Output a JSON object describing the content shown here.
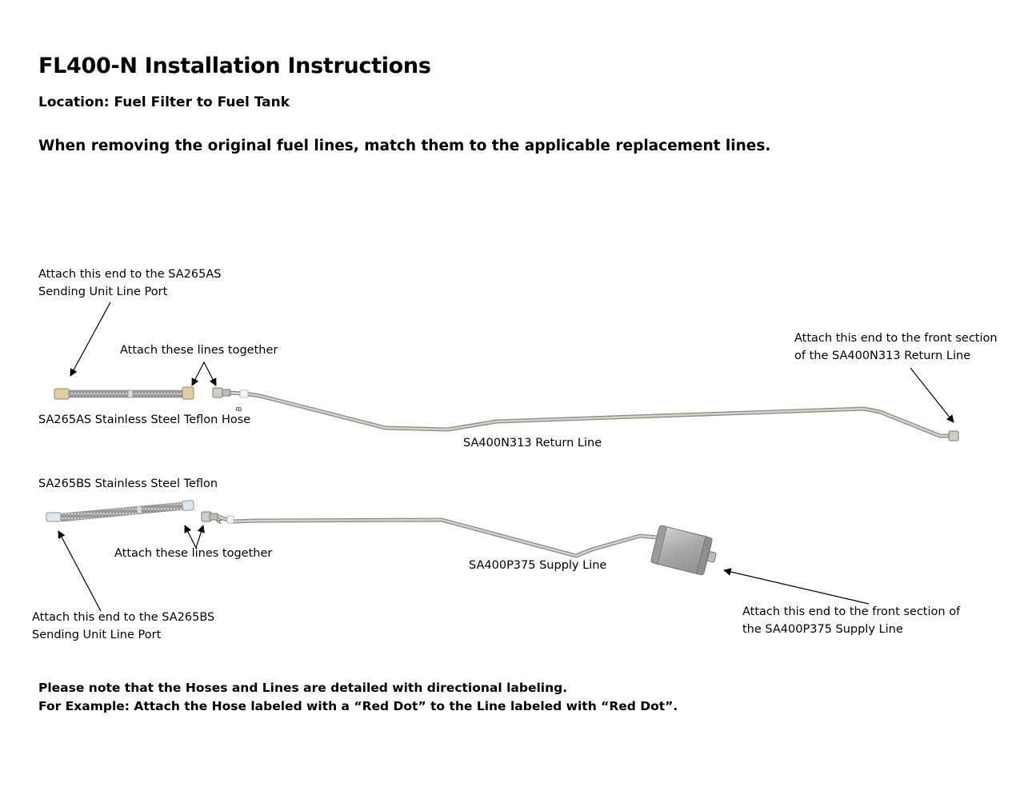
{
  "page": {
    "title": "FL400-N Installation Instructions",
    "location": "Location: Fuel Filter to Fuel Tank",
    "instruction": "When removing the original fuel lines, match them to the applicable replacement lines.",
    "note_line1": "Please note that the Hoses and Lines are detailed with directional labeling.",
    "note_line2": "For Example: Attach the Hose labeled with a “Red Dot” to the Line labeled with “Red Dot”."
  },
  "labels": {
    "attach_sa265as_l1": "Attach this end to the SA265AS",
    "attach_sa265as_l2": "Sending Unit Line Port",
    "attach_together_1": "Attach these lines together",
    "hose_a": "SA265AS Stainless Steel Teflon Hose",
    "return_line": "SA400N313 Return Line",
    "attach_return_l1": "Attach this end to the front section",
    "attach_return_l2": "of the SA400N313 Return Line",
    "hose_b": "SA265BS Stainless Steel Teflon",
    "attach_together_2": "Attach these lines together",
    "supply_line": "SA400P375 Supply Line",
    "attach_sa265bs_l1": "Attach this end to the SA265BS",
    "attach_sa265bs_l2": "Sending Unit Line Port",
    "attach_supply_l1": "Attach this end to the front section of",
    "attach_supply_l2": "the SA400P375 Supply Line"
  },
  "part_marks": {
    "return_line_mark": "B",
    "supply_line_mark": "A"
  },
  "colors": {
    "line_steel": "#b8b8b0",
    "line_shadow": "#8c8c86",
    "braid": "#a6a6a6",
    "fitting_brass": "#d9c9a0",
    "filter_body": "#b2b2b0",
    "text": "#000000"
  }
}
